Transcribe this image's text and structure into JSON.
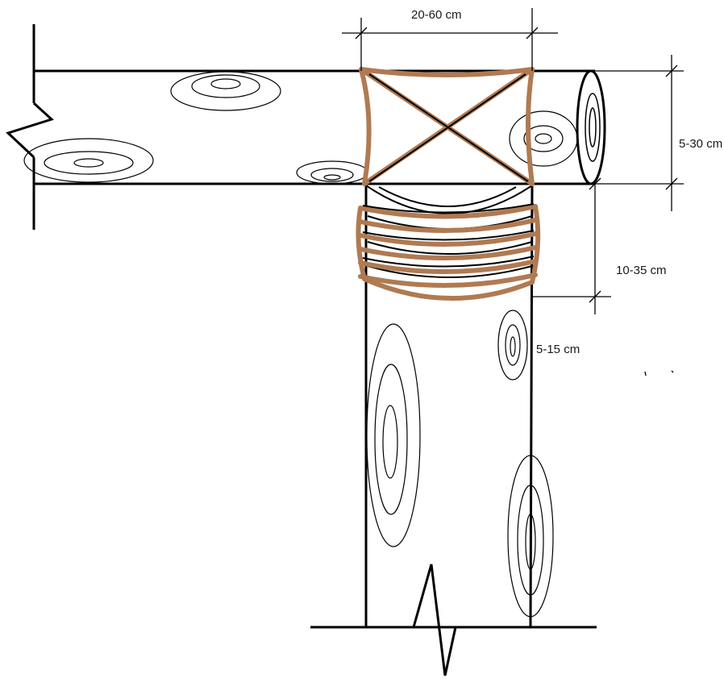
{
  "diagram": {
    "dimensions": {
      "lashing_width": "20-60 cm",
      "beam_height": "5-30 cm",
      "wrap_height": "10-35 cm",
      "offset": "5-15 cm"
    },
    "colors": {
      "line": "#000000",
      "rope": "#b07a52",
      "background": "#ffffff"
    }
  }
}
